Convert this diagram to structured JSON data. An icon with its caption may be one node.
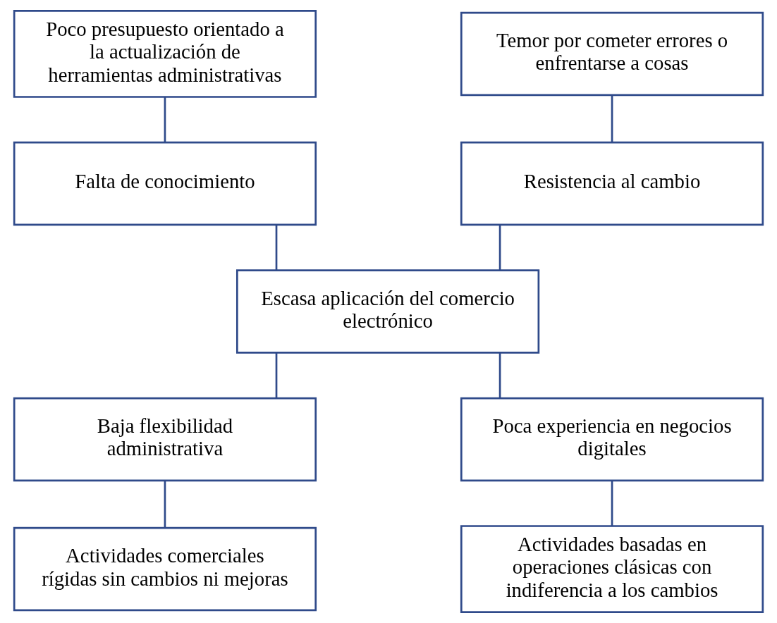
{
  "diagram": {
    "nodes": [
      {
        "text": [
          "Poco presupuesto orientado a la actualización de herramientas administrativas"
        ]
      },
      {
        "text": [
          "Temor por cometer errores o enfrentarse a cosas"
        ]
      },
      {
        "text": [
          "Falta de conocimiento"
        ]
      },
      {
        "text": [
          "Resistencia al cambio"
        ]
      },
      {
        "text": [
          "Escasa aplicación del comercio electrónico"
        ]
      },
      {
        "text": [
          "Baja flexibilidad administrativa"
        ]
      },
      {
        "text": [
          "Poca experiencia en negocios digitales"
        ]
      },
      {
        "text": [
          "Actividades comerciales rígidas sin cambios ni mejoras"
        ]
      },
      {
        "text": [
          "Actividades basadas en operaciones clásicas con indiferencia a los cambios"
        ]
      }
    ],
    "edges": [
      {
        "from": 0,
        "to": 2,
        "arrow": "none"
      },
      {
        "from": 1,
        "to": 3,
        "arrow": "none"
      },
      {
        "from": 2,
        "to": 4,
        "arrow": "none"
      },
      {
        "from": 3,
        "to": 4,
        "arrow": "none"
      },
      {
        "from": 4,
        "to": 5,
        "arrow": "none"
      },
      {
        "from": 4,
        "to": 6,
        "arrow": "none"
      },
      {
        "from": 5,
        "to": 7,
        "arrow": "none"
      },
      {
        "from": 6,
        "to": 8,
        "arrow": "none"
      }
    ]
  }
}
